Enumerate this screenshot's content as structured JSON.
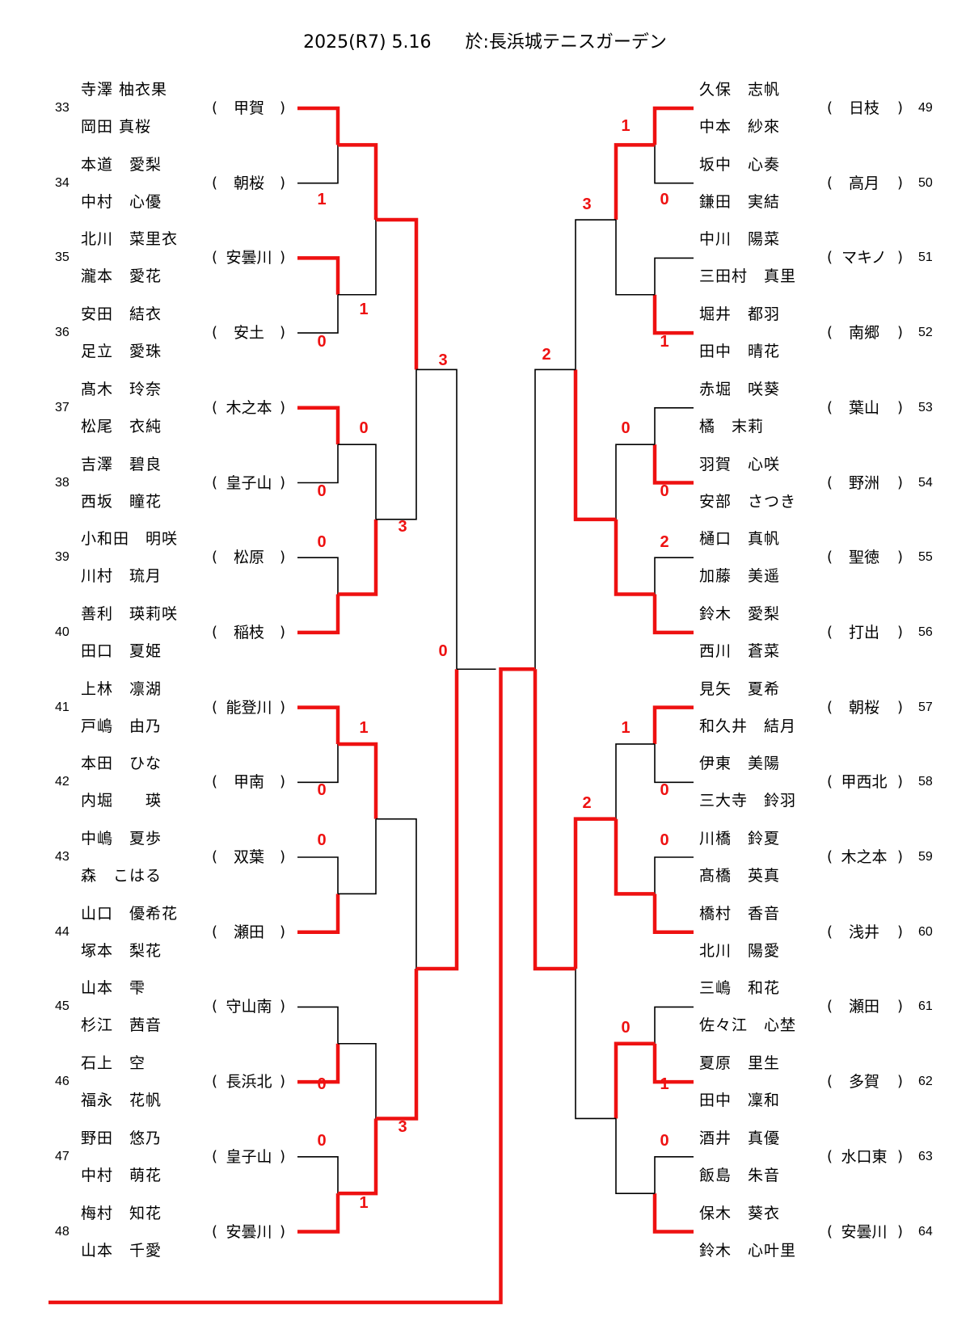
{
  "header": {
    "date": "2025(R7) 5.16",
    "venue": "於:長浜城テニスガーデン"
  },
  "colors": {
    "winner_line": "#ee1111",
    "loser_line": "#000000"
  },
  "left_entries": [
    {
      "seed": "33",
      "players": [
        "寺澤 柚衣果",
        "岡田 真桜"
      ],
      "team": "甲賀"
    },
    {
      "seed": "34",
      "players": [
        "本道　愛梨",
        "中村　心優"
      ],
      "team": "朝桜"
    },
    {
      "seed": "35",
      "players": [
        "北川　菜里衣",
        "瀧本　愛花"
      ],
      "team": "安曇川"
    },
    {
      "seed": "36",
      "players": [
        "安田　結衣",
        "足立　愛珠"
      ],
      "team": "安土"
    },
    {
      "seed": "37",
      "players": [
        "髙木　玲奈",
        "松尾　衣純"
      ],
      "team": "木之本"
    },
    {
      "seed": "38",
      "players": [
        "吉澤　碧良",
        "西坂　瞳花"
      ],
      "team": "皇子山"
    },
    {
      "seed": "39",
      "players": [
        "小和田　明咲",
        "川村　琉月"
      ],
      "team": "松原"
    },
    {
      "seed": "40",
      "players": [
        "善利　瑛莉咲",
        "田口　夏姫"
      ],
      "team": "稲枝"
    },
    {
      "seed": "41",
      "players": [
        "上林　凛湖",
        "戸嶋　由乃"
      ],
      "team": "能登川"
    },
    {
      "seed": "42",
      "players": [
        "本田　ひな",
        "内堀　　瑛"
      ],
      "team": "甲南"
    },
    {
      "seed": "43",
      "players": [
        "中嶋　夏歩",
        "森　こはる"
      ],
      "team": "双葉"
    },
    {
      "seed": "44",
      "players": [
        "山口　優希花",
        "塚本　梨花"
      ],
      "team": "瀬田"
    },
    {
      "seed": "45",
      "players": [
        "山本　雫",
        "杉江　茜音"
      ],
      "team": "守山南"
    },
    {
      "seed": "46",
      "players": [
        "石上　空",
        "福永　花帆"
      ],
      "team": "長浜北"
    },
    {
      "seed": "47",
      "players": [
        "野田　悠乃",
        "中村　萌花"
      ],
      "team": "皇子山"
    },
    {
      "seed": "48",
      "players": [
        "梅村　知花",
        "山本　千愛"
      ],
      "team": "安曇川"
    }
  ],
  "right_entries": [
    {
      "seed": "49",
      "players": [
        "久保　志帆",
        "中本　紗來"
      ],
      "team": "日枝"
    },
    {
      "seed": "50",
      "players": [
        "坂中　心奏",
        "鎌田　実結"
      ],
      "team": "高月"
    },
    {
      "seed": "51",
      "players": [
        "中川　陽菜",
        "三田村　真里"
      ],
      "team": "マキノ"
    },
    {
      "seed": "52",
      "players": [
        "堀井　都羽",
        "田中　晴花"
      ],
      "team": "南郷"
    },
    {
      "seed": "53",
      "players": [
        "赤堀　咲葵",
        "橘　末莉"
      ],
      "team": "葉山"
    },
    {
      "seed": "54",
      "players": [
        "羽賀　心咲",
        "安部　さつき"
      ],
      "team": "野洲"
    },
    {
      "seed": "55",
      "players": [
        "樋口　真帆",
        "加藤　美遥"
      ],
      "team": "聖徳"
    },
    {
      "seed": "56",
      "players": [
        "鈴木　愛梨",
        "西川　蒼菜"
      ],
      "team": "打出"
    },
    {
      "seed": "57",
      "players": [
        "見矢　夏希",
        "和久井　結月"
      ],
      "team": "朝桜"
    },
    {
      "seed": "58",
      "players": [
        "伊東　美陽",
        "三大寺　鈴羽"
      ],
      "team": "甲西北"
    },
    {
      "seed": "59",
      "players": [
        "川橋　鈴夏",
        "髙橋　英真"
      ],
      "team": "木之本"
    },
    {
      "seed": "60",
      "players": [
        "橋村　香音",
        "北川　陽愛"
      ],
      "team": "浅井"
    },
    {
      "seed": "61",
      "players": [
        "三嶋　和花",
        "佐々江　心埜"
      ],
      "team": "瀬田"
    },
    {
      "seed": "62",
      "players": [
        "夏原　里生",
        "田中　凜和"
      ],
      "team": "多賀"
    },
    {
      "seed": "63",
      "players": [
        "酒井　真優",
        "飯島　朱音"
      ],
      "team": "水口東"
    },
    {
      "seed": "64",
      "players": [
        "保木　葵衣",
        "鈴木　心叶里"
      ],
      "team": "安曇川"
    }
  ],
  "paren_open": "(",
  "paren_close": ")",
  "results": {
    "left": {
      "r1": [
        [
          null,
          "1"
        ],
        [
          "1",
          "0"
        ],
        [
          "0",
          "0"
        ],
        [
          "0",
          null
        ],
        [
          "1",
          "0"
        ],
        [
          "0",
          null
        ],
        [
          null,
          "0"
        ],
        [
          "0",
          "1"
        ]
      ],
      "r2": [
        [
          "",
          ""
        ],
        [
          "0",
          "3"
        ],
        [
          "",
          ""
        ],
        [
          "",
          "3"
        ]
      ],
      "r3": [
        [
          "3",
          ""
        ],
        [
          "0",
          ""
        ]
      ]
    },
    "right": {
      "r1": [
        [
          "",
          "0"
        ],
        [
          "",
          "1"
        ],
        [
          "",
          "0"
        ],
        [
          "2",
          ""
        ],
        [
          "",
          "0"
        ],
        [
          "0",
          ""
        ],
        [
          "",
          "1"
        ],
        [
          "0",
          ""
        ]
      ],
      "r2": [
        [
          "1",
          "3"
        ],
        [
          "0",
          ""
        ],
        [
          "1",
          "2"
        ],
        [
          "0",
          ""
        ]
      ],
      "r3": [
        [
          "2",
          ""
        ],
        [
          "",
          ""
        ]
      ]
    }
  },
  "score_labels": {
    "left": [
      {
        "text": "1",
        "key": "l34"
      },
      {
        "text": "1",
        "key": "l35w"
      },
      {
        "text": "0",
        "key": "l36"
      },
      {
        "text": "3",
        "key": "lq1"
      },
      {
        "text": "0",
        "key": "l37w"
      },
      {
        "text": "0",
        "key": "l38"
      },
      {
        "text": "3",
        "key": "ls2"
      },
      {
        "text": "0",
        "key": "l39"
      },
      {
        "text": "0",
        "key": "lfinal"
      },
      {
        "text": "1",
        "key": "l41w"
      },
      {
        "text": "0",
        "key": "l42"
      },
      {
        "text": "0",
        "key": "l43"
      },
      {
        "text": "0",
        "key": "l46"
      },
      {
        "text": "3",
        "key": "ls4"
      },
      {
        "text": "0",
        "key": "l47"
      },
      {
        "text": "1",
        "key": "l48w"
      }
    ],
    "right": [
      {
        "text": "1",
        "key": "r49w"
      },
      {
        "text": "0",
        "key": "r50"
      },
      {
        "text": "3",
        "key": "rs1"
      },
      {
        "text": "1",
        "key": "r52"
      },
      {
        "text": "2",
        "key": "rq1"
      },
      {
        "text": "0",
        "key": "r53w"
      },
      {
        "text": "0",
        "key": "r54"
      },
      {
        "text": "2",
        "key": "r55"
      },
      {
        "text": "1",
        "key": "r57w"
      },
      {
        "text": "0",
        "key": "r58"
      },
      {
        "text": "2",
        "key": "rs3"
      },
      {
        "text": "0",
        "key": "r59"
      },
      {
        "text": "0",
        "key": "r61w"
      },
      {
        "text": "1",
        "key": "r62"
      },
      {
        "text": "0",
        "key": "r63"
      }
    ]
  }
}
